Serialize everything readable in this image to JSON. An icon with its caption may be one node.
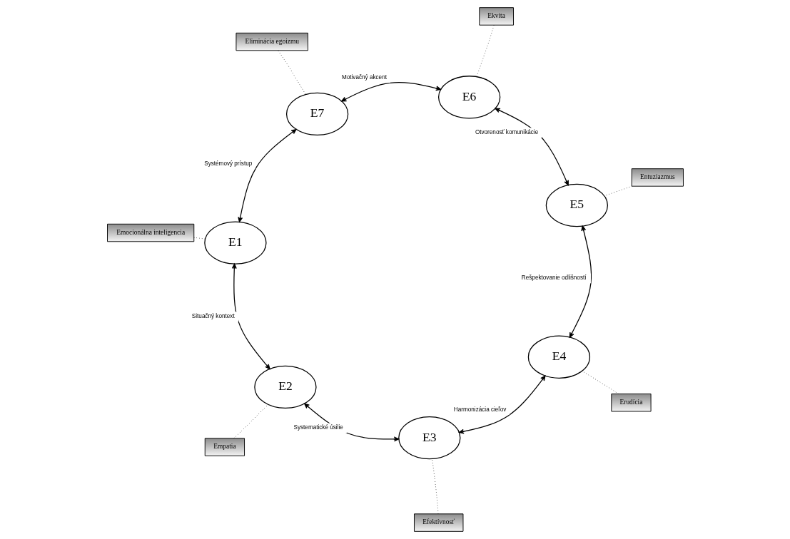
{
  "diagram": {
    "nodes": [
      {
        "text": [
          "Emocionálna inteligencia"
        ]
      },
      {
        "text": [
          "Eliminácia egoizmu"
        ]
      },
      {
        "text": [
          "Empatia"
        ]
      },
      {
        "text": [
          "E1"
        ]
      },
      {
        "text": [
          "E7"
        ]
      },
      {
        "text": [
          "E2"
        ]
      },
      {
        "text": [
          "E6"
        ]
      },
      {
        "text": [
          "E3"
        ]
      },
      {
        "text": [
          "Ekvita"
        ]
      },
      {
        "text": [
          "Efektívnosť"
        ]
      },
      {
        "text": [
          "E5"
        ]
      },
      {
        "text": [
          "E4"
        ]
      },
      {
        "text": [
          "Entuziazmus"
        ]
      },
      {
        "text": [
          "Erudícia"
        ]
      }
    ],
    "edges": [
      {
        "from": 4,
        "to": 3,
        "arrow": "both",
        "label": "Systémový prístup"
      },
      {
        "from": 3,
        "to": 5,
        "arrow": "both",
        "label": "Situačný kontext"
      },
      {
        "from": 5,
        "to": 7,
        "arrow": "both",
        "label": "Systematické úsilie"
      },
      {
        "from": 7,
        "to": 11,
        "arrow": "both",
        "label": "Harmonizácia cieľov"
      },
      {
        "from": 11,
        "to": 10,
        "arrow": "both",
        "label": "Rešpektovanie odlišností"
      },
      {
        "from": 10,
        "to": 6,
        "arrow": "both",
        "label": "Otvorenosť komunikácie"
      },
      {
        "from": 6,
        "to": 4,
        "arrow": "both",
        "label": "Motivačný akcent"
      },
      {
        "from": 0,
        "to": 3,
        "arrow": "none",
        "style": "dashed"
      },
      {
        "from": 2,
        "to": 5,
        "arrow": "none",
        "style": "dashed"
      },
      {
        "from": 9,
        "to": 7,
        "arrow": "none",
        "style": "dashed"
      },
      {
        "from": 13,
        "to": 11,
        "arrow": "none",
        "style": "dashed"
      },
      {
        "from": 12,
        "to": 10,
        "arrow": "none",
        "style": "dashed"
      },
      {
        "from": 8,
        "to": 6,
        "arrow": "none",
        "style": "dashed"
      },
      {
        "from": 1,
        "to": 4,
        "arrow": "none",
        "style": "dashed"
      }
    ]
  }
}
